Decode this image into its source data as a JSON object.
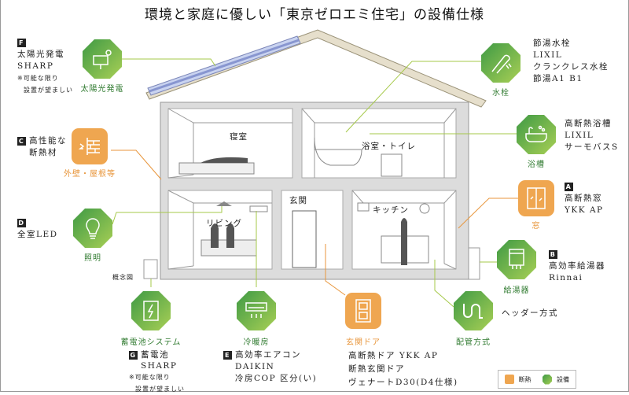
{
  "title": "環境と家庭に優しい「東京ゼロエミ住宅」の設備仕様",
  "rooms": {
    "bedroom": "寝室",
    "bath": "浴室・トイレ",
    "entrance": "玄関",
    "kitchen": "キッチン",
    "living": "リビング"
  },
  "concept_label": "概念図",
  "features": {
    "solar": {
      "badge": "F",
      "icon_label": "太陽光発電",
      "lines": [
        "太陽光発電",
        "SHARP"
      ],
      "note": [
        "※可能な限り",
        "設置が望ましい"
      ]
    },
    "insulation": {
      "badge": "C",
      "icon_label": "外壁・屋根等",
      "lines": [
        "高性能な",
        "断熱材"
      ]
    },
    "lighting": {
      "badge": "D",
      "icon_label": "照明",
      "lines": [
        "全室LED"
      ]
    },
    "faucet": {
      "icon_label": "水栓",
      "lines": [
        "節湯水栓",
        "LIXIL",
        "クランクレス水栓",
        "節湯A1 B1"
      ]
    },
    "bathtub": {
      "icon_label": "浴槽",
      "lines": [
        "高断熱浴槽",
        "LIXIL",
        "サーモバスS"
      ]
    },
    "window": {
      "badge": "A",
      "icon_label": "窓",
      "lines": [
        "高断熱窓",
        "YKK AP"
      ]
    },
    "water_heater": {
      "badge": "B",
      "icon_label": "給湯器",
      "lines": [
        "高効率給湯器",
        "Rinnai"
      ]
    },
    "piping": {
      "icon_label": "配管方式",
      "lines": [
        "ヘッダー方式"
      ]
    },
    "door": {
      "icon_label": "玄関ドア",
      "lines": [
        "高断熱ドア YKK AP",
        "断熱玄関ドア",
        "ヴェナートD30(D4仕様)"
      ]
    },
    "aircon": {
      "badge": "E",
      "icon_label": "冷暖房",
      "lines": [
        "高効率エアコン",
        "DAIKIN",
        "冷房COP 区分(い)"
      ]
    },
    "battery": {
      "badge": "G",
      "icon_label": "蓄電池システム",
      "lines": [
        "蓄電池",
        "SHARP"
      ],
      "note": [
        "※可能な限り",
        "設置が望ましい"
      ]
    }
  },
  "legend": {
    "insulation": "断熱",
    "equipment": "設備"
  },
  "colors": {
    "insulation": "#efa650",
    "equipment": "#5aaa4a",
    "line_green": "#a6c94a",
    "line_orange": "#e8963c"
  }
}
